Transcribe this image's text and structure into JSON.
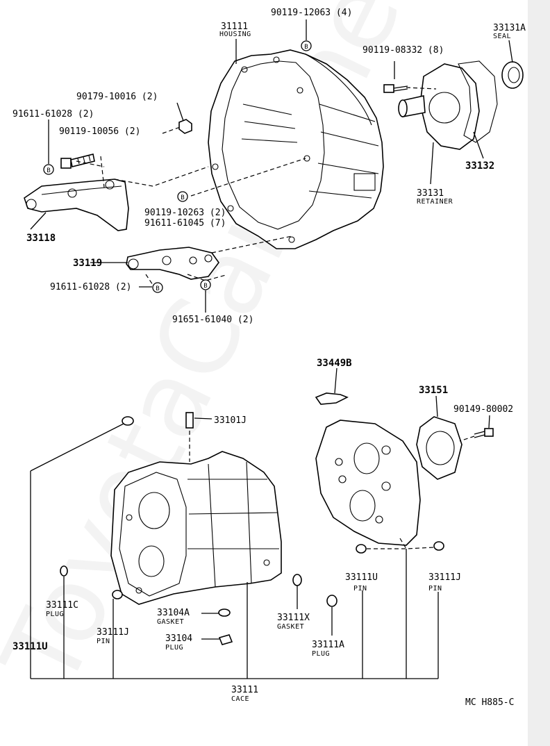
{
  "watermark": "ToyotaCarMine.com",
  "diagram_code": "MC H885-C",
  "upper": {
    "housing": {
      "number": "31111",
      "name": "HOUSING"
    },
    "bolt_housing": {
      "number": "90119-12063 (4)",
      "symbol": "B"
    },
    "bolt_retainer": {
      "number": "90119-08332 (8)"
    },
    "seal": {
      "number": "33131A",
      "name": "SEAL"
    },
    "nut": {
      "number": "90179-10016 (2)"
    },
    "bolt_bracket_top": {
      "number": "91611-61028 (2)",
      "symbol": "B"
    },
    "bolt_bracket_mid": {
      "number": "90119-10056 (2)"
    },
    "bracket_33118": {
      "number": "33118"
    },
    "housing_bolts": {
      "number_1": "90119-10263 (2)",
      "number_2": "91611-61045 (7)",
      "symbol": "B"
    },
    "retainer": {
      "number": "33131",
      "name": "RETAINER"
    },
    "gasket_33132": {
      "number": "33132"
    },
    "bracket_33119": {
      "number": "33119"
    },
    "bolt_33119": {
      "number": "91611-61028 (2)",
      "symbol": "B"
    },
    "bolt_bottom": {
      "number": "91651-61040 (2)",
      "symbol": "B"
    }
  },
  "lower": {
    "clip": {
      "number": "33449B"
    },
    "cover": {
      "number": "33151"
    },
    "bolt_cover": {
      "number": "90149-80002"
    },
    "breather": {
      "number": "33101J"
    },
    "plug_c": {
      "number": "33111C",
      "name": "PLUG"
    },
    "pin_j_left": {
      "number": "33111J",
      "name": "PIN"
    },
    "gasket_a": {
      "number": "33104A",
      "name": "GASKET"
    },
    "plug_33104": {
      "number": "33104",
      "name": "PLUG"
    },
    "gasket_x": {
      "number": "33111X",
      "name": "GASKET"
    },
    "plug_a": {
      "number": "33111A",
      "name": "PLUG"
    },
    "pin_u_mid": {
      "number": "33111U",
      "name": "PIN"
    },
    "pin_j_right": {
      "number": "33111J",
      "name": "PIN"
    },
    "case_u_left": {
      "number": "33111U"
    },
    "case": {
      "number": "33111",
      "name": "CACE"
    }
  }
}
